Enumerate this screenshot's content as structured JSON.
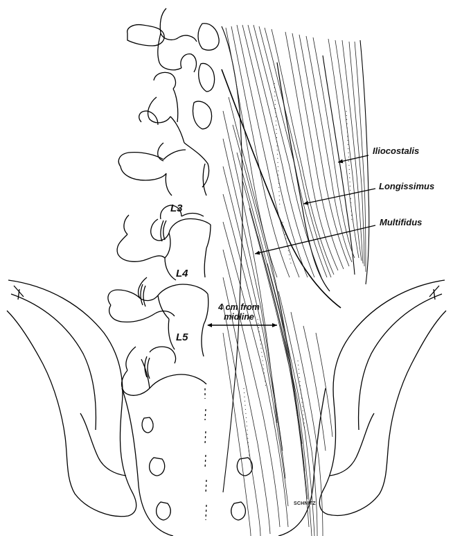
{
  "muscles": {
    "iliocostalis": "Iliocostalis",
    "longissimus": "Longissimus",
    "multifidus": "Multifidus"
  },
  "vertebrae": {
    "l3": "L3",
    "l4": "L4",
    "l5": "L5"
  },
  "distance": {
    "line1": "4 cm from",
    "line2": "midline"
  },
  "signature": "SCHNITZ"
}
